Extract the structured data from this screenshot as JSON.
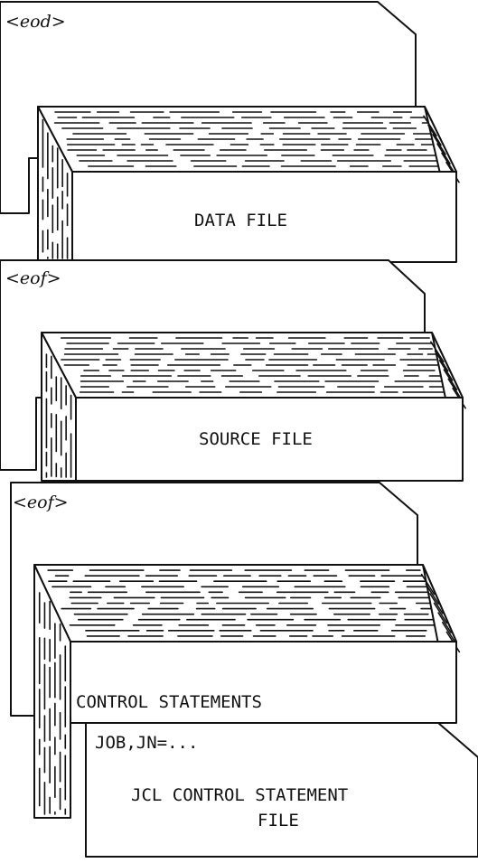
{
  "diagram": {
    "decks": [
      {
        "id": "data",
        "marker": "<eod>",
        "label": "DATA FILE"
      },
      {
        "id": "source",
        "marker": "<eof>",
        "label": "SOURCE FILE"
      },
      {
        "id": "control",
        "marker": "<eof>",
        "label": "CONTROL STATEMENTS"
      }
    ],
    "jcl_card": {
      "first_line": "JOB,JN=...",
      "title_line1": "JCL CONTROL STATEMENT",
      "title_line2": "FILE"
    }
  }
}
